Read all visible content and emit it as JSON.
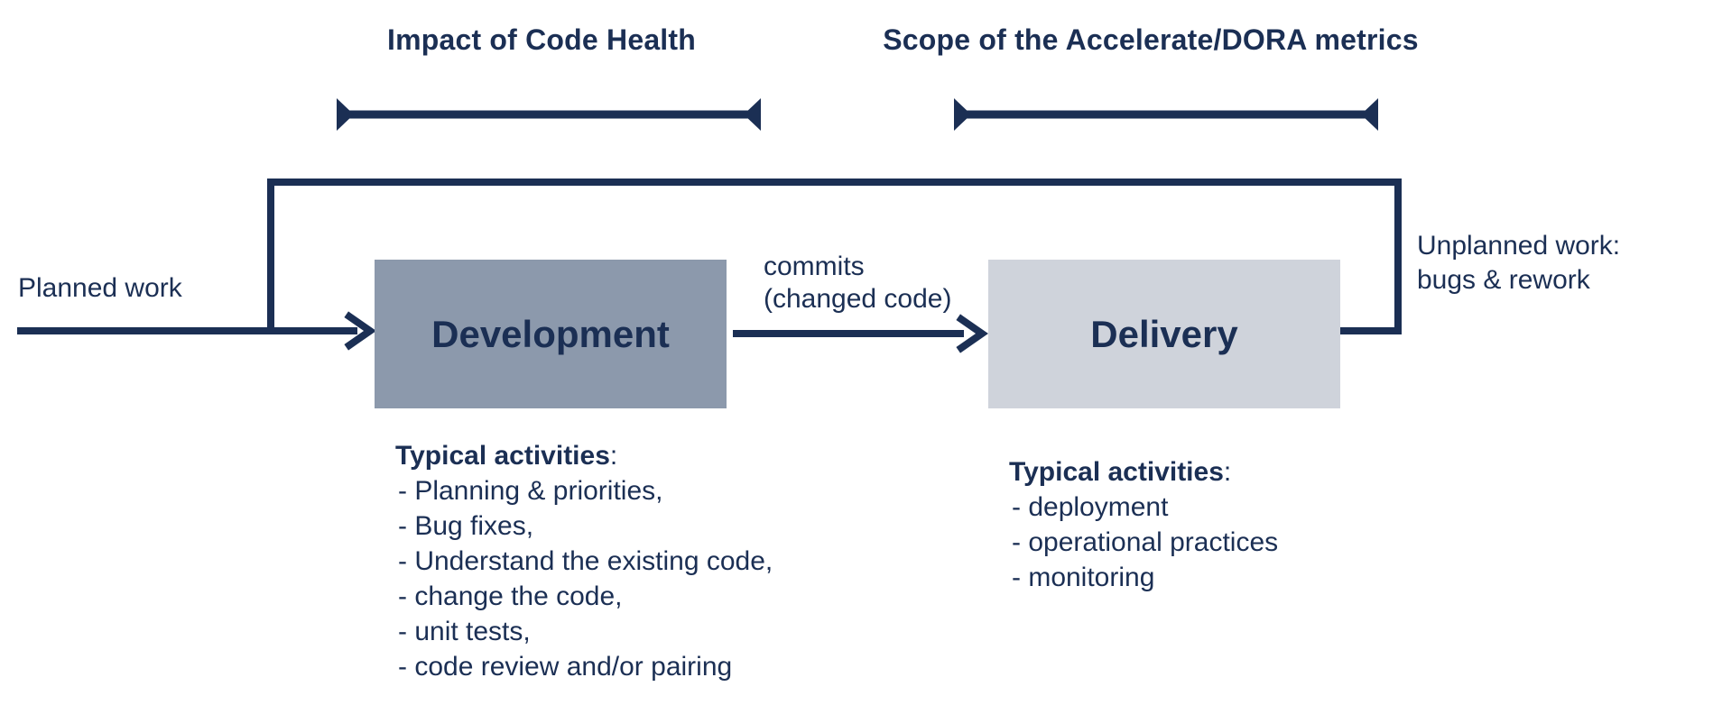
{
  "scopes": {
    "code_health": {
      "label": "Impact of Code Health"
    },
    "dora": {
      "label": "Scope of the Accelerate/DORA metrics"
    }
  },
  "flow": {
    "planned_work_label": "Planned work",
    "commits_label_line1": "commits",
    "commits_label_line2": "(changed code)",
    "unplanned_label_line1": "Unplanned work:",
    "unplanned_label_line2": "bugs & rework",
    "nodes": [
      {
        "id": "development",
        "label": "Development",
        "fill": "#8C99AC"
      },
      {
        "id": "delivery",
        "label": "Delivery",
        "fill": "#CFD3DB"
      }
    ]
  },
  "activities": {
    "development": {
      "heading": "Typical activities",
      "colon": ":",
      "items": [
        "- Planning & priorities,",
        "- Bug fixes,",
        "- Understand the existing code,",
        "- change the code,",
        "- unit tests,",
        "- code review and/or pairing"
      ]
    },
    "delivery": {
      "heading": "Typical activities",
      "colon": ":",
      "items": [
        "- deployment",
        "- operational practices",
        "- monitoring"
      ]
    }
  },
  "colors": {
    "ink": "#1B2F54",
    "development_box": "#8C99AC",
    "delivery_box": "#CFD3DB",
    "background": "#FFFFFF"
  }
}
